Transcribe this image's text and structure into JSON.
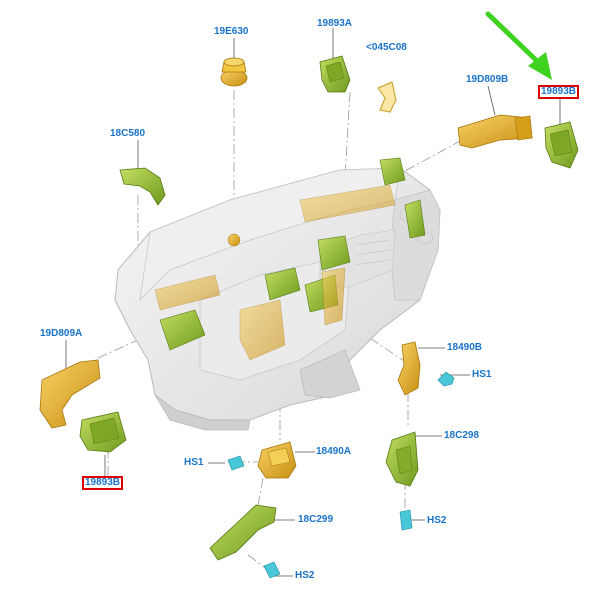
{
  "diagram": {
    "labels": [
      {
        "id": "19E630",
        "text": "19E630"
      },
      {
        "id": "19893A",
        "text": "19893A"
      },
      {
        "id": "045C08",
        "text": "<045C08"
      },
      {
        "id": "19D809B",
        "text": "19D809B"
      },
      {
        "id": "19893B_top",
        "text": "19893B",
        "highlighted": true
      },
      {
        "id": "18C580",
        "text": "18C580"
      },
      {
        "id": "19D809A",
        "text": "19D809A"
      },
      {
        "id": "18490B",
        "text": "18490B"
      },
      {
        "id": "HS1_right",
        "text": "HS1"
      },
      {
        "id": "18C298",
        "text": "18C298"
      },
      {
        "id": "HS2_right",
        "text": "HS2"
      },
      {
        "id": "19893B_left",
        "text": "19893B",
        "highlighted": true
      },
      {
        "id": "HS1_left",
        "text": "HS1"
      },
      {
        "id": "18490A",
        "text": "18490A"
      },
      {
        "id": "18C299",
        "text": "18C299"
      },
      {
        "id": "HS2_bottom",
        "text": "HS2"
      }
    ],
    "colors": {
      "label_text": "#1a73c8",
      "highlight_border": "#e10000",
      "pointer_arrow": "#3fd21f",
      "part_green": "#9bc23a",
      "part_yellow": "#e6b428",
      "fastener_cyan": "#49c6d8",
      "dashboard_gray": "#e4e4e4"
    },
    "pointer_arrow_icon": "green-arrow-icon"
  }
}
